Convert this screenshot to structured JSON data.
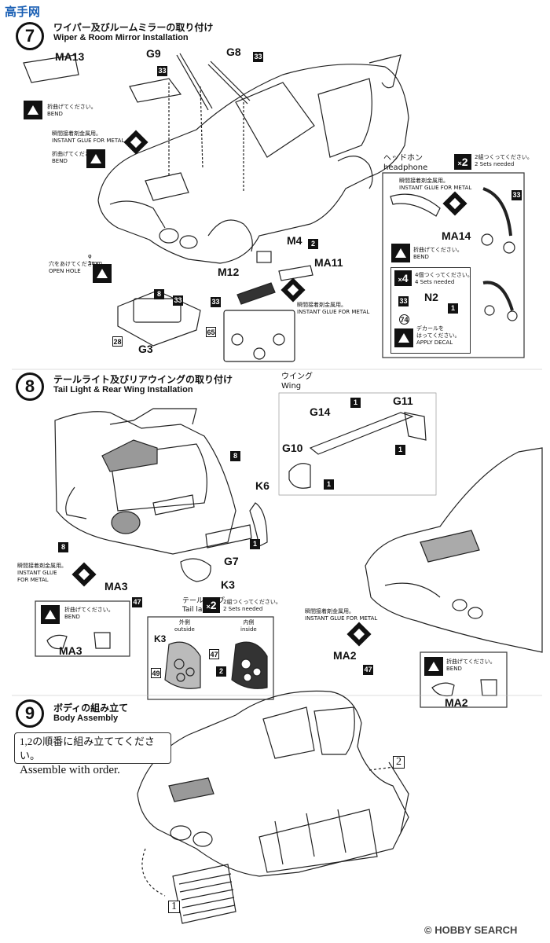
{
  "logo": {
    "text": "高手网"
  },
  "step7": {
    "number": "7",
    "title_ja": "ワイパー及びルームミラーの取り付け",
    "title_en": "Wiper & Room Mirror Installation",
    "parts": {
      "ma13": "MA13",
      "g9": "G9",
      "g8": "G8",
      "m4": "M4",
      "ma11": "MA11",
      "m12": "M12",
      "g3": "G3",
      "ma14": "MA14",
      "n2": "N2"
    },
    "nums": {
      "n33": "33",
      "n2": "2",
      "n8": "8",
      "n28": "28",
      "n65": "65",
      "n1": "1",
      "n74": "74"
    },
    "bend_note": [
      "折曲げてください。",
      "BEND"
    ],
    "glue_note": [
      "瞬間接着剤金属用。",
      "INSTANT GLUE FOR METAL"
    ],
    "bend_note2": [
      "折曲げてください。",
      "BEND"
    ],
    "hole_note": [
      "φ 1mm",
      "穴をあけてください。",
      "OPEN HOLE"
    ],
    "glue_note2": [
      "瞬間接着剤金属用。",
      "INSTANT GLUE FOR METAL"
    ],
    "headphone": {
      "title_ja": "ヘッドホン",
      "title_en": "headphone",
      "times": "2",
      "sets_ja": "2組つくってください。",
      "sets_en": "2 Sets needed",
      "glue_ja": "瞬間接着剤金属用。",
      "glue_en": "INSTANT GLUE FOR METAL",
      "bend_ja": "折曲げてください。",
      "bend_en": "BEND",
      "times4": "4",
      "sets4_ja": "4個つくってください。",
      "sets4_en": "4 Sets needed",
      "decal_ja": [
        "デカールを",
        "はってください。"
      ],
      "decal_en": "APPLY DECAL"
    }
  },
  "step8": {
    "number": "8",
    "title_ja": "テールライト及びリアウイングの取り付け",
    "title_en": "Tail Light & Rear Wing  Installation",
    "wing_ja": "ウイング",
    "wing_en": "Wing",
    "parts": {
      "g14": "G14",
      "g11": "G11",
      "g10": "G10",
      "k6": "K6",
      "g7": "G7",
      "k3": "K3",
      "ma3": "MA3",
      "ma2": "MA2"
    },
    "nums": {
      "n1": "1",
      "n8": "8",
      "n47": "47",
      "n49": "49",
      "n2": "2"
    },
    "glue_note": [
      "瞬間接着剤金属用。",
      "INSTANT GLUE",
      "FOR METAL"
    ],
    "bend_note": [
      "折曲げてください。",
      "BEND"
    ],
    "tail": {
      "title_ja": "テールランプ",
      "title_en": "Tail lamp",
      "times": "2",
      "sets_ja": "2組つくってください。",
      "sets_en": "2 Sets needed",
      "outside_ja": "外側",
      "outside_en": "outside",
      "inside_ja": "内側",
      "inside_en": "inside"
    },
    "glue_note2": [
      "瞬間接着剤金属用。",
      "INSTANT GLUE FOR METAL"
    ],
    "bend_note2": [
      "折曲げてください。",
      "BEND"
    ]
  },
  "step9": {
    "number": "9",
    "title_ja": "ボディの組み立て",
    "title_en": "Body Assembly",
    "assemble_ja": "1,2の順番に組み立ててください。",
    "assemble_en": "Assemble with order.",
    "order1": "1",
    "order2": "2"
  },
  "footer": {
    "watermark": "© HOBBY SEARCH"
  }
}
